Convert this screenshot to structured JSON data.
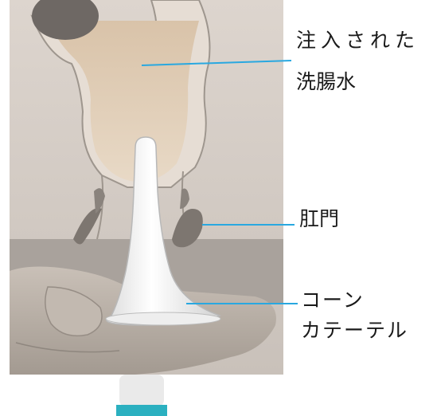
{
  "labels": {
    "injected_water_line1": "注入された",
    "injected_water_line2": "洗腸水",
    "anus": "肛門",
    "cone_catheter_line1": "コーン",
    "cone_catheter_line2": "カテーテル"
  },
  "colors": {
    "leader_line": "#29a8e0",
    "background_tissue": "#d6cec7",
    "water": "#e3d2bd",
    "glove": "#bdb4ab",
    "catheter": "#f3f3f3",
    "connector_teal": "#2bb0c0"
  }
}
